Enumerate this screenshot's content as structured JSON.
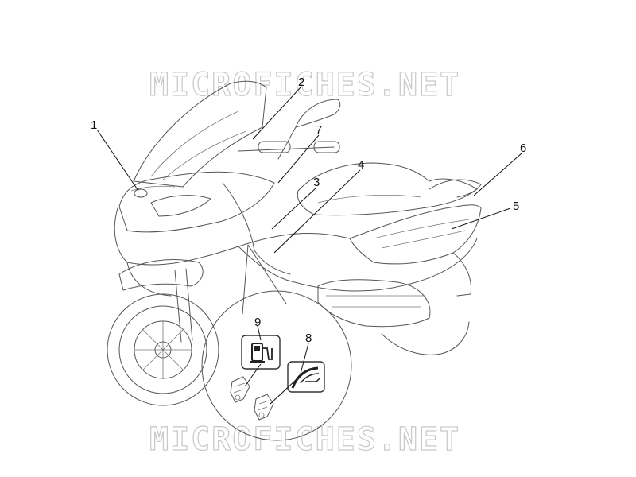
{
  "watermark": {
    "top_text": "MICROFICHES.NET",
    "bottom_text": "MICROFICHES.NET"
  },
  "callouts": [
    {
      "id": "1",
      "label": "1"
    },
    {
      "id": "2",
      "label": "2"
    },
    {
      "id": "3",
      "label": "3"
    },
    {
      "id": "4",
      "label": "4"
    },
    {
      "id": "5",
      "label": "5"
    },
    {
      "id": "6",
      "label": "6"
    },
    {
      "id": "7",
      "label": "7"
    },
    {
      "id": "8",
      "label": "8"
    },
    {
      "id": "9",
      "label": "9"
    }
  ],
  "icons": {
    "fuel_decal": "fuel-pump-icon",
    "tyre_decal": "tyre-pressure-icon"
  },
  "colors": {
    "line_art": "#555555",
    "watermark": "#c8c8c8",
    "labels": "#111111"
  }
}
